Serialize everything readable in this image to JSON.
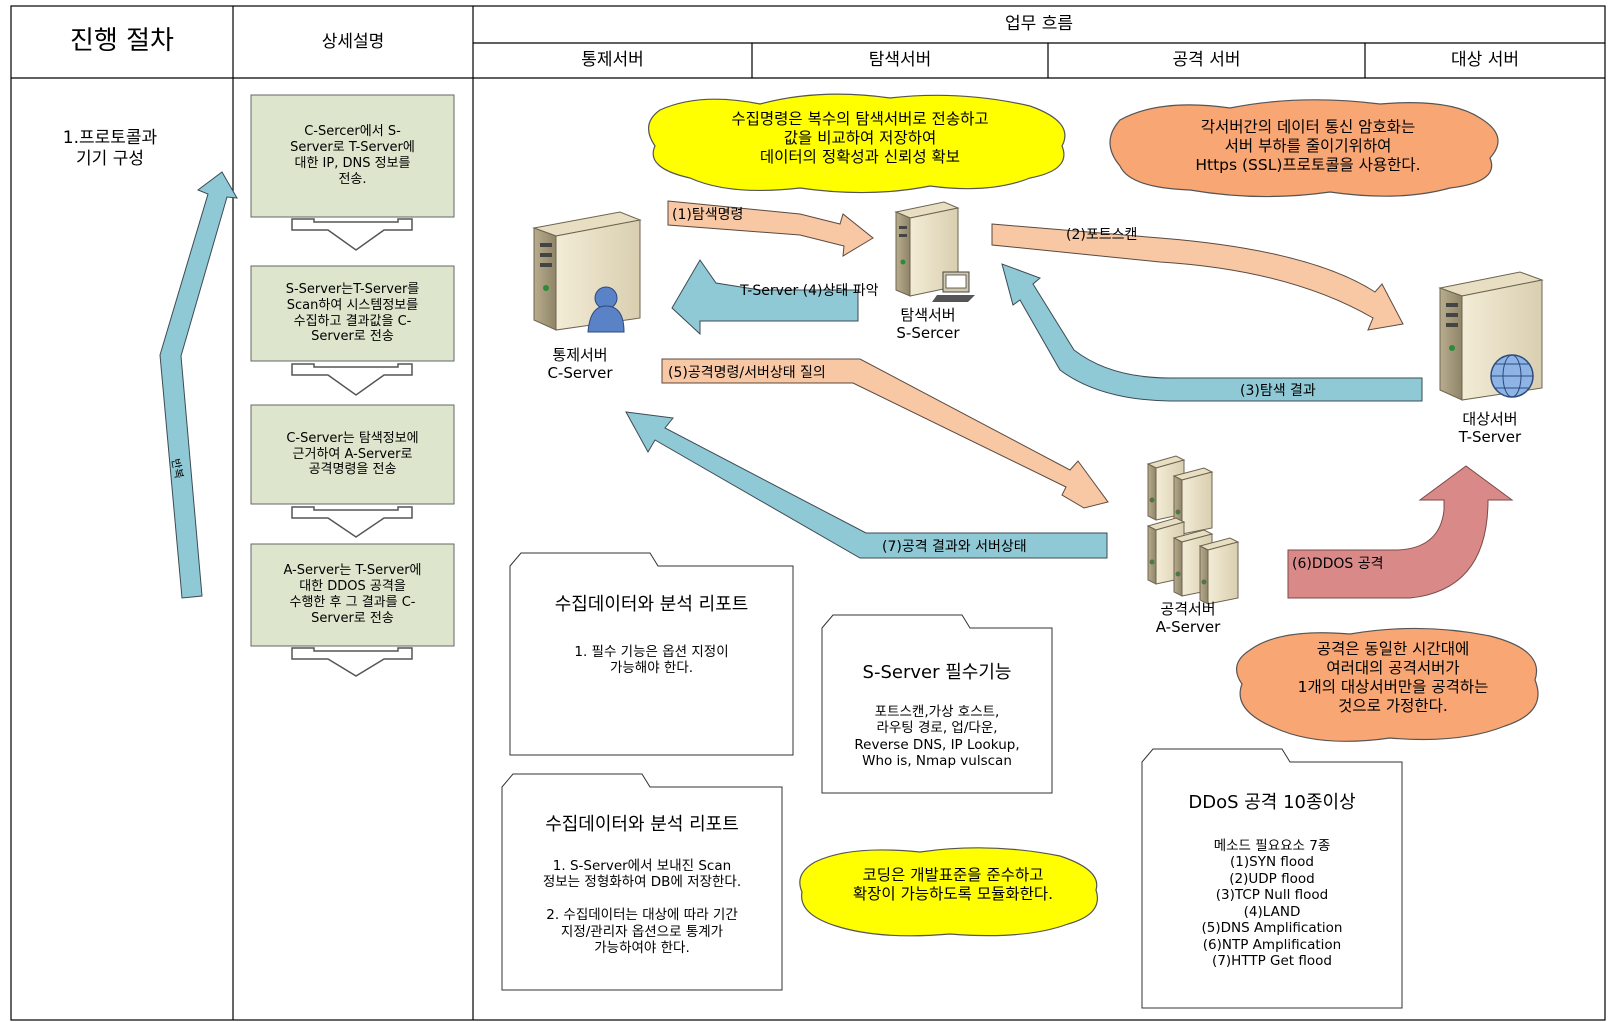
{
  "header": {
    "col_procedure": "진행 절차",
    "col_detail": "상세설명",
    "col_flow": "업무 흐름",
    "sub_control": "통제서버",
    "sub_search": "탐색서버",
    "sub_attack": "공격 서버",
    "sub_target": "대상 서버"
  },
  "procedure": {
    "step_label": "1.프로토콜과\n기기 구성",
    "arrow_label": "반복"
  },
  "detail_steps": [
    "C-Sercer에서 S-\nServer로 T-Server에\n대한 IP, DNS 정보를\n전송.",
    "S-Server는T-Server를\nScan하여 시스템정보를\n수집하고 결과값을 C-\nServer로 전송",
    "C-Server는  탐색정보에\n근거하여 A-Server로\n공격명령을 전송",
    "A-Server는 T-Server에\n대한 DDOS 공격을\n수행한 후 그 결과를 C-\nServer로 전송"
  ],
  "servers": {
    "control": "통제서버\nC-Server",
    "search": "탐색서버\nS-Sercer",
    "target": "대상서버\nT-Server",
    "attack": "공격서버\nA-Server"
  },
  "arrows": {
    "a1": "(1)탐색명령",
    "a2": "(2)포트스캔",
    "a3": "(3)탐색 결과",
    "a4": "T-Server\n(4)상태 파악",
    "a5": "(5)공격명령/서버상태 질의",
    "a6": "(6)DDOS\n공격",
    "a7": "(7)공격 결과와 서버상태"
  },
  "callouts": {
    "yellow_top": "수집명령은 복수의 탐색서버로 전송하고\n값을 비교하여 저장하여\n데이터의 정확성과 신뢰성 확보",
    "orange_top": "각서버간의 데이터 통신 암호화는\n서버 부하를 줄이기위하여\nHttps (SSL)프로토콜을 사용한다.",
    "orange_bottom": "공격은 동일한 시간대에\n여러대의 공격서버가\n1개의 대상서버만을 공격하는\n것으로 가정한다.",
    "yellow_bottom": "코딩은 개발표준을 준수하고\n확장이 가능하도록 모듈화한다."
  },
  "notes": {
    "report1_title": "수집데이터와 분석 리포트",
    "report1_body": "1. 필수 기능은 옵션 지정이\n가능해야 한다.",
    "sserver_title": "S-Server 필수기능",
    "sserver_body": "포트스캔,가상 호스트,\n라우팅 경로, 업/다운,\nReverse DNS, IP Lookup,\nWho is, Nmap vulscan",
    "report2_title": "수집데이터와 분석 리포트",
    "report2_body": "1. S-Server에서 보내진 Scan\n정보는 정형화하여 DB에 저장한다.\n\n2. 수집데이터는 대상에 따라 기간\n지정/관리자 옵션으로 통계가\n가능하여야 한다.",
    "ddos_title": "DDoS 공격 10종이상",
    "ddos_body": "메소드 필요요소 7종\n(1)SYN flood\n(2)UDP flood\n(3)TCP Null flood\n(4)LAND\n(5)DNS Amplification\n(6)NTP Amplification\n(7)HTTP Get flood"
  },
  "colors": {
    "step_box": "#dde5cc",
    "arrow_blue": "#8fc9d6",
    "arrow_orange": "#f8c7a3",
    "arrow_red": "#d98a88",
    "callout_yellow": "#ffff00",
    "callout_orange": "#f8a673"
  }
}
